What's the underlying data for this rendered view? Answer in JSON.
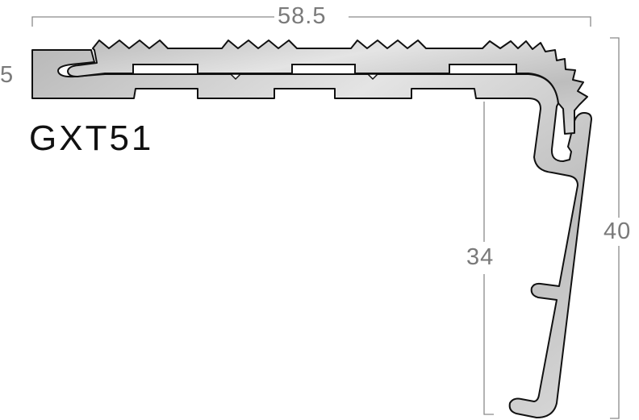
{
  "product_code": "GXT51",
  "dimensions": {
    "width": "58.5",
    "thickness": "5",
    "inner_leg_height": "34",
    "total_height": "40"
  },
  "colors": {
    "profile_fill": "#cfcfcf",
    "outline": "#111111",
    "dimension_line": "#8a8a8a"
  }
}
